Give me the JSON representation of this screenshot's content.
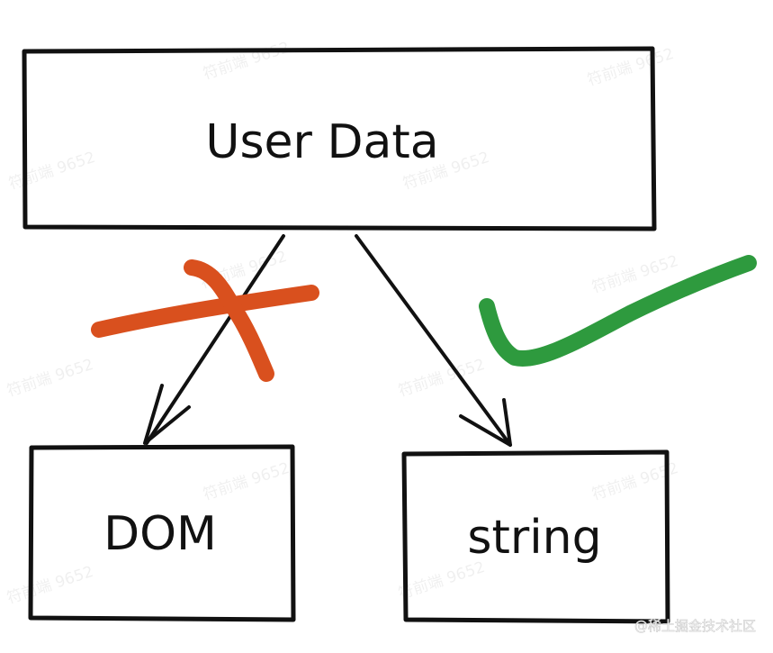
{
  "boxes": {
    "user_data": "User Data",
    "dom": "DOM",
    "string": "string"
  },
  "marks": {
    "cross_color": "#d9501e",
    "check_color": "#2e9a3e"
  },
  "watermark": {
    "text": "符前端 9652"
  },
  "credit": {
    "text": "@稀土掘金技术社区"
  }
}
